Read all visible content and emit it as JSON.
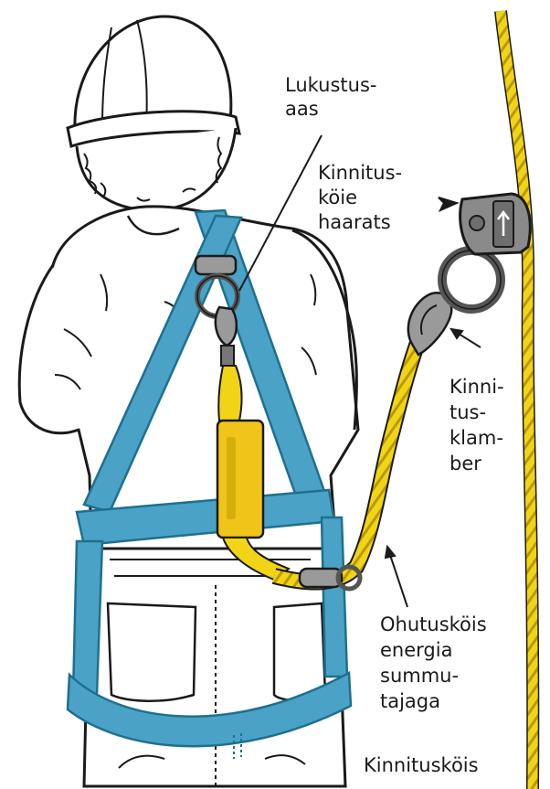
{
  "labels": {
    "lukustusaas": [
      "Lukustus-",
      "aas"
    ],
    "kinnituskoie_haarats": [
      "Kinnitus-",
      "köie",
      "haarats"
    ],
    "kinnitusklamber": [
      "Kinni-",
      "tus-",
      "klam-",
      "ber"
    ],
    "ohutuskois": [
      "Ohutusköis",
      "energia",
      "summu-",
      "tajaga"
    ],
    "kinnituskois": [
      "Kinnitusköis"
    ]
  },
  "colors": {
    "harness": "#4aa3c7",
    "harness_dark": "#1f6f8f",
    "rope": "#f2d417",
    "rope_dark": "#b89a00",
    "absorber": "#f0c419",
    "metal": "#9a9a9a",
    "metal_dark": "#555555",
    "outline": "#1a1a1a"
  }
}
